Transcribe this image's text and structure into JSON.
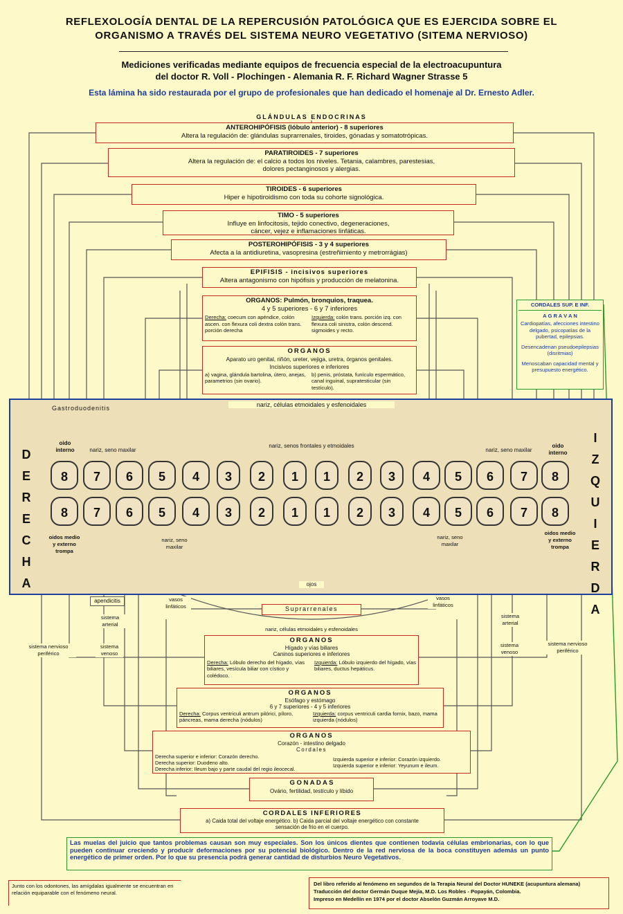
{
  "header": {
    "title_line1": "REFLEXOLOGÍA DENTAL DE LA  REPERCUSIÓN PATOLÓGICA QUE ES EJERCIDA SOBRE EL",
    "title_line2": "ORGANISMO A TRAVÉS DEL SISTEMA NEURO VEGETATIVO (SITEMA NERVIOSO)",
    "subtitle_line1": "Mediciones verificadas mediante equipos de frecuencia especial de la electroacupuntura",
    "subtitle_line2": "del doctor R. Voll -  Plochingen - Alemania  R. F.   Richard  Wagner Strasse 5",
    "restored_note": "Esta lámina ha sido restaurada por el grupo de profesionales que han dedicado el homenaje al Dr. Ernesto Adler."
  },
  "upper": {
    "glandulas_label": "GLÁNDULAS   ENDOCRINAS",
    "antero_title": "ANTEROHIPÓFISIS (lóbulo anterior) - 8 superiores",
    "antero_text": "Altera la regulación de: glándulas suprarrenales, tiroides, gónadas y somatotrópicas.",
    "parat_title": "PARATIROIDES - 7 superiores",
    "parat_text1": "Altera la regulación de: el calcio a todos los niveles. Tetania, calambres, parestesias,",
    "parat_text2": "dolores pectanginosos y alergias.",
    "tiroides_title": "TIROIDES - 6 superiores",
    "tiroides_text": "Hiper e hipotiroidismo con toda su cohorte signológica.",
    "timo_title": "TIMO - 5 superiores",
    "timo_text1": "Influye en linfocitosis, tejido conectivo, degeneraciones,",
    "timo_text2": "cáncer, vejez e inflamaciones linfáticas.",
    "postero_title": "POSTEROHIPÓFISIS - 3 y 4 superiores",
    "postero_text": "Afecta a la antidiuretina, vasopresina (estreñimiento y metrorrágias)",
    "epifisis_title": "EPIFISIS - incisivos superiores",
    "epifisis_text": "Altera antagonismo con hipófisis y producción de melatonina.",
    "organos1_title": "ORGANOS: Pulmón, bronquios, traquea.",
    "organos1_sub": "4 y 5 superiores - 6 y 7 inferiores",
    "organos1_left_label": "Derecha:",
    "organos1_left": " coecum con apéndice, colón ascen. con flexura coli dextra colón trans. porción derecha",
    "organos1_right_label": "Izquierda:",
    "organos1_right": " colón trans. porción izq. con flexura coli sinistra, colón descend. sigmoides y recto.",
    "organos2_title": "ORGANOS",
    "organos2_text": "Aparato uro genital, riñón, ureter, vejiga, uretra, órganos genitales.",
    "organos2_sub": "Incisivos superiores e inferiores",
    "organos2_left": "a) vagina, glándula bartolina, útero, anejas, parametrios (sin ovario).",
    "organos2_right": "b) penis, próstata, funículo espermático, canal inguinal, supratesticular (sin testículo)."
  },
  "cordales_box": {
    "title": "CORDALES SUP. E INF.",
    "agravan": "A G R A V A N",
    "text1": "Cardiopatías, afecciones intestino delgado, psicopatías de la pubertad, epilepsias.",
    "text2": "Desencadenan pseudoepilepsias (disritmias)",
    "text3": "Menoscaban capacidad mental y presupuesto energético."
  },
  "teeth": {
    "side_left": "DERECHA",
    "side_right": "IZQUIERDA",
    "upper_numbers": [
      "8",
      "7",
      "6",
      "5",
      "4",
      "3",
      "2",
      "1",
      "1",
      "2",
      "3",
      "4",
      "5",
      "6",
      "7",
      "8"
    ],
    "lower_numbers": [
      "8",
      "7",
      "6",
      "5",
      "4",
      "3",
      "2",
      "1",
      "1",
      "2",
      "3",
      "4",
      "5",
      "6",
      "7",
      "8"
    ],
    "gastro": "Gastroduodenitis",
    "nariz_etmoid": "nariz, células etmoidales  y esfenoidales",
    "oido_interno_l": "oido interno",
    "oido_interno_r": "oido interno",
    "nariz_seno_l": "nariz, seno maxilar",
    "nariz_seno_r": "nariz, seno maxilar",
    "nariz_frontales": "nariz, senos frontales y etmoidales",
    "oidos_l": "oidos medio y externo trompa",
    "oidos_r": "oidos medio y externo trompa",
    "nariz_seno_inf_l": "nariz, seno maxilar",
    "nariz_seno_inf_r": "nariz, seno maxilar",
    "ojos": "ojos"
  },
  "lower": {
    "apendicitis": "apendicitis",
    "vasos_l": "vasos linfáticos",
    "vasos_r": "vasos linfáticos",
    "suprarrenales": "Suprarrenales",
    "arterial_l": "sistema arterial",
    "arterial_r": "sistema arterial",
    "nariz_etmoid2": "nariz, células etmoidales y esfenoidales",
    "nervioso_l": "sistema nervioso periférico",
    "nervioso_r": "sistema nervioso periférico",
    "venoso_l": "sistema venoso",
    "venoso_r": "sistema venoso",
    "org3_title": "ORGANOS",
    "org3_sub1": "Hígado y vías biliares",
    "org3_sub2": "Caninos superiores e inferiores",
    "org3_left_label": "Derecha:",
    "org3_left": " Lóbulo derecho del hígado, vías biliares, vesícula biliar con cístico y colédoco.",
    "org3_right_label": "Izquierda:",
    "org3_right": " Lóbulo izquierdo del hígado, vías biliares, ductus hepáticus.",
    "org4_title": "ORGANOS",
    "org4_sub1": "Esófago y estómago",
    "org4_sub2": "6 y 7 superiores - 4 y 5 inferiores",
    "org4_left_label": "Derecha:",
    "org4_left": " Corpus ventriculi antrum pilórici, píloro, páncreas, mama derecha (nódulos)",
    "org4_right_label": "Izquierda:",
    "org4_right": " corpus ventriculi cardia fornix, bazo, mama izquierda (nódulos)",
    "org5_title": "ORGANOS",
    "org5_sub1": "Corazón - intestino delgado",
    "org5_sub2": "Cordales",
    "org5_l1": "Derecha superior e inferior: Corazón derecho.",
    "org5_l2": "Derecha superior: Duodeno alto.",
    "org5_l3": "Derecha inferior: Ileum bajo y parte caudal del regio ileocecal.",
    "org5_r1": "Izquierda superior e inferior: Corazón izquierdo.",
    "org5_r2": "Izquierda superior e inferior: Yeyunum e ileum.",
    "gonadas_title": "G O N A D A S",
    "gonadas_text": "Ovário, fertilidad, testículo y líbido",
    "cordinf_title": "CORDALES  INFERIORES",
    "cordinf_text1": "a) Caida total del voltaje energético.   b) Caida parcial del voltaje energético con constante",
    "cordinf_text2": "sensación de frio en el cuerpo."
  },
  "note": {
    "text": "Las muelas del juicio que tantos problemas causan son muy especiales. Son los únicos dientes que contienen todavía células embrionarias, con lo que pueden continuar creciendo y producir deformaciones por su potencial biológico. Dentro de la red nerviosa de la boca constituyen además un punto energético de primer orden. Por lo que su presencia podrá generar cantidad de disturbios Neuro Vegetativos."
  },
  "footer": {
    "left": "Junto con los odontones, las amígdalas igualmente se encuentran en relación equiparable con el fenómeno neural.",
    "right1": "Del libro referido al fenómeno en segundos de la Terapia Neural del Doctor HUNEKE (acupuntura alemana)",
    "right2": "Traducción del doctor Germán Duque Mejía, M.D.  Los Robles - Popayán, Colombia.",
    "right3": "Impreso en Medellín en 1974 por el doctor Abselón Guzmán Arroyave M.D."
  },
  "colors": {
    "box_border": "#c8281e",
    "band_border": "#1c3ea0",
    "green": "#2a9a2a",
    "blue_text": "#1a3a9c",
    "background": "#fdf9c8"
  }
}
